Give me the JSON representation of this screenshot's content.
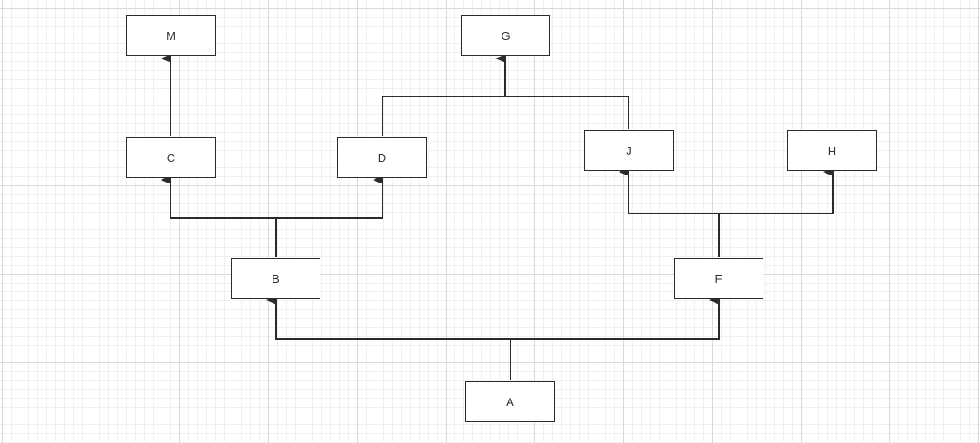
{
  "diagram": {
    "nodes": {
      "m": {
        "label": "M"
      },
      "g": {
        "label": "G"
      },
      "c": {
        "label": "C"
      },
      "d": {
        "label": "D"
      },
      "j": {
        "label": "J"
      },
      "h": {
        "label": "H"
      },
      "b": {
        "label": "B"
      },
      "f": {
        "label": "F"
      },
      "a": {
        "label": "A"
      }
    },
    "edges": [
      {
        "from": "C",
        "to": "M"
      },
      {
        "from": "D",
        "to": "G"
      },
      {
        "from": "J",
        "to": "G"
      },
      {
        "from": "B",
        "to": "C"
      },
      {
        "from": "B",
        "to": "D"
      },
      {
        "from": "F",
        "to": "J"
      },
      {
        "from": "F",
        "to": "H"
      },
      {
        "from": "A",
        "to": "B"
      },
      {
        "from": "A",
        "to": "F"
      }
    ]
  }
}
